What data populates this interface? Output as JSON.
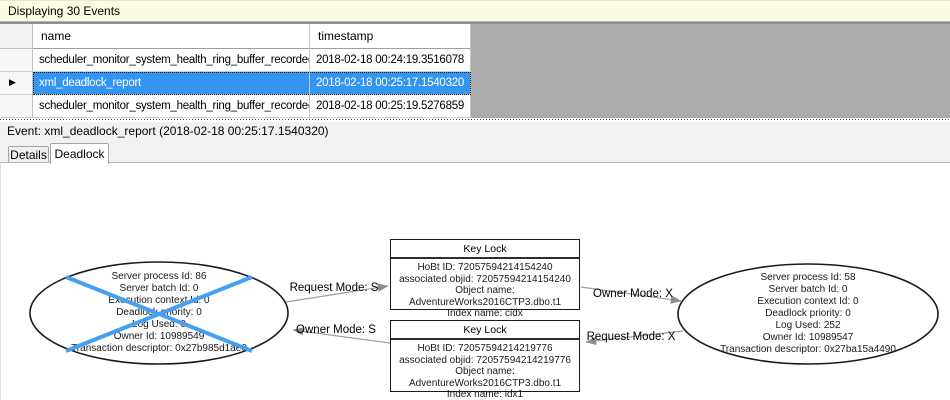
{
  "window": {
    "events_count_label": "Displaying 30 Events"
  },
  "events_grid": {
    "columns": [
      "name",
      "timestamp"
    ],
    "current_row_marker": "▶",
    "selected_row_index": 1,
    "rows": [
      {
        "name": "scheduler_monitor_system_health_ring_buffer_recorded",
        "timestamp": "2018-02-18 00:24:19.3516078"
      },
      {
        "name": "xml_deadlock_report",
        "timestamp": "2018-02-18 00:25:17.1540320"
      },
      {
        "name": "scheduler_monitor_system_health_ring_buffer_recorded",
        "timestamp": "2018-02-18 00:25:19.5276859"
      }
    ]
  },
  "event_bar": {
    "label": "Event: xml_deadlock_report (2018-02-18 00:25:17.1540320)"
  },
  "tabs": [
    {
      "label": "Details",
      "active": false
    },
    {
      "label": "Deadlock",
      "active": true
    }
  ],
  "deadlock_graph": {
    "processes": [
      {
        "role": "victim",
        "lines": [
          "Server process Id: 86",
          "Server batch Id: 0",
          "Execution context Id: 0",
          "Deadlock priority: 0",
          "Log Used: 0",
          "Owner Id: 10989549",
          "Transaction descriptor: 0x27b985d1ae0"
        ]
      },
      {
        "role": "survivor",
        "lines": [
          "Server process Id: 58",
          "Server batch Id: 0",
          "Execution context Id: 0",
          "Deadlock priority: 0",
          "Log Used: 252",
          "Owner Id: 10989547",
          "Transaction descriptor: 0x27ba15a4490"
        ]
      }
    ],
    "resources": [
      {
        "title": "Key Lock",
        "lines": [
          "HoBt ID: 72057594214154240",
          "associated objid: 72057594214154240",
          "Object name: AdventureWorks2016CTP3.dbo.t1",
          "Index name: cidx"
        ]
      },
      {
        "title": "Key Lock",
        "lines": [
          "HoBt ID: 72057594214219776",
          "associated objid: 72057594214219776",
          "Object name: AdventureWorks2016CTP3.dbo.t1",
          "Index name: idx1"
        ]
      }
    ],
    "edges": [
      {
        "label": "Request Mode: S"
      },
      {
        "label": "Owner Mode: S"
      },
      {
        "label": "Owner Mode: X"
      },
      {
        "label": "Request Mode: X"
      }
    ]
  },
  "colors": {
    "selection_bg": "#3296F1",
    "victim_cross": "#45A0F2",
    "info_bar_bg": "#FBFAE3",
    "grid_empty_bg": "#ABABAB"
  }
}
